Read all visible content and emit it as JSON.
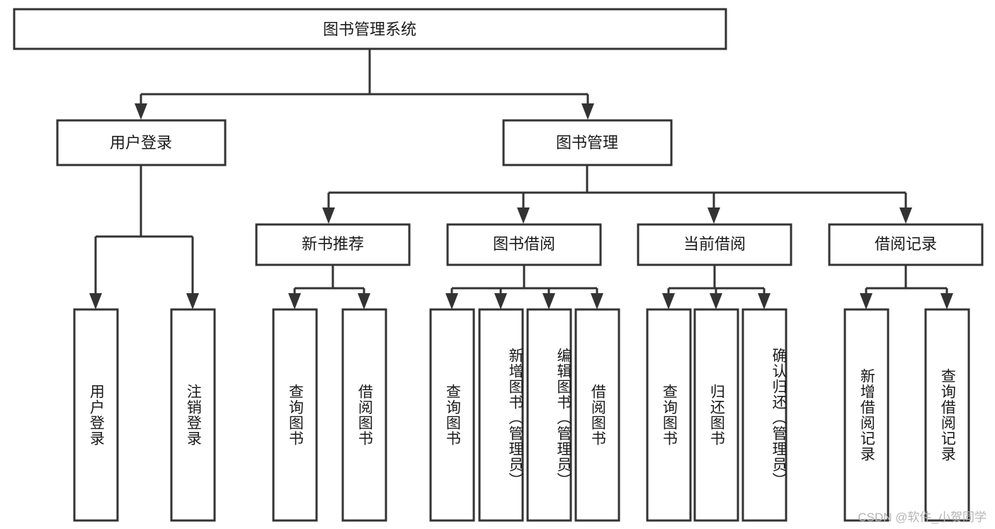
{
  "diagram": {
    "title": "图书管理系统",
    "type": "hierarchy-tree",
    "watermark": "CSDN @软件_小贺同学",
    "colors": {
      "stroke": "#333333",
      "box_fill": "#ffffff",
      "text": "#1a1a1a",
      "background": "#ffffff",
      "watermark": "#b4b4b4"
    },
    "levels": {
      "root": {
        "label": "图书管理系统"
      },
      "level2": [
        {
          "label": "用户登录"
        },
        {
          "label": "图书管理"
        }
      ],
      "level3": [
        {
          "label": "新书推荐"
        },
        {
          "label": "图书借阅"
        },
        {
          "label": "当前借阅"
        },
        {
          "label": "借阅记录"
        }
      ],
      "leaves": {
        "user_login": [
          {
            "label": "用户登录"
          },
          {
            "label": "注销登录"
          }
        ],
        "new_book_recommend": [
          {
            "label": "查询图书"
          },
          {
            "label": "借阅图书"
          }
        ],
        "book_borrow": [
          {
            "label": "查询图书"
          },
          {
            "label": "新增图书（管理员）"
          },
          {
            "label": "编辑图书（管理员）"
          },
          {
            "label": "借阅图书"
          }
        ],
        "current_borrow": [
          {
            "label": "查询图书"
          },
          {
            "label": "归还图书"
          },
          {
            "label": "确认归还（管理员）"
          }
        ],
        "borrow_record": [
          {
            "label": "新增借阅记录"
          },
          {
            "label": "查询借阅记录"
          }
        ]
      }
    }
  }
}
